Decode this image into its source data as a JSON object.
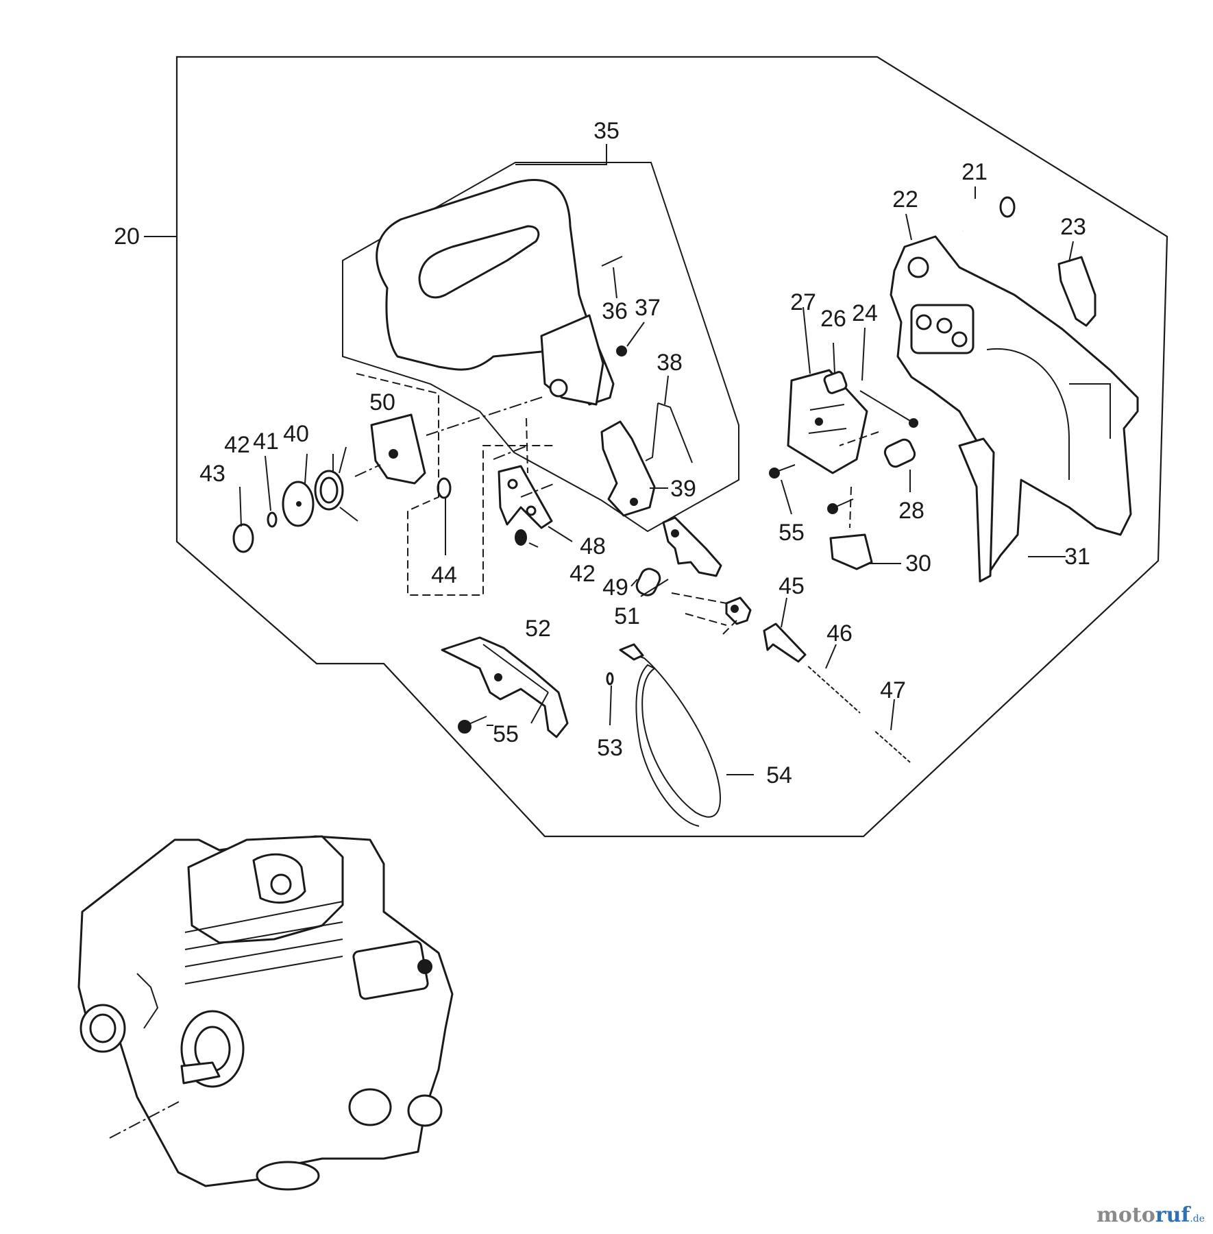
{
  "labels": {
    "p20": "20",
    "p21": "21",
    "p22": "22",
    "p23": "23",
    "p24": "24",
    "p26": "26",
    "p27": "27",
    "p28": "28",
    "p30": "30",
    "p31": "31",
    "p35": "35",
    "p36": "36",
    "p37": "37",
    "p38": "38",
    "p39": "39",
    "p40": "40",
    "p41": "41",
    "p42a": "42",
    "p42b": "42",
    "p43": "43",
    "p44": "44",
    "p45": "45",
    "p46": "46",
    "p47": "47",
    "p48": "48",
    "p49": "49",
    "p50": "50",
    "p51": "51",
    "p52": "52",
    "p53": "53",
    "p54": "54",
    "p55a": "55",
    "p55b": "55"
  },
  "watermark": {
    "part1": "moto",
    "part2": "ruf",
    "part3": ".de"
  },
  "colors": {
    "line": "#1a1a1a",
    "background": "#ffffff",
    "watermark_grey": "#8a8a8a",
    "watermark_blue": "#2e6fb5"
  }
}
